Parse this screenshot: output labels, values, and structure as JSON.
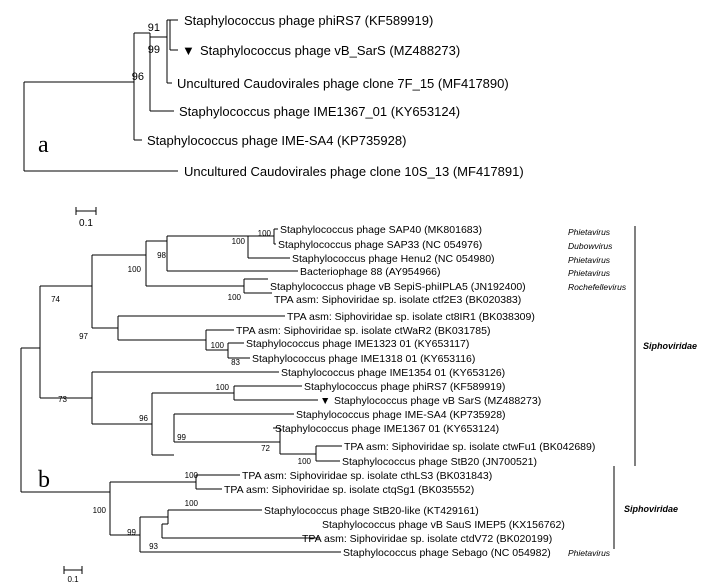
{
  "panel_a": {
    "label": "a",
    "scale": "0.1",
    "tips": [
      "Staphylococcus phage phiRS7 (KF589919)",
      "Staphylococcus phage vB_SarS (MZ488273)",
      "Uncultured Caudovirales phage clone 7F_15 (MF417890)",
      "Staphylococcus phage IME1367_01 (KY653124)",
      "Staphylococcus phage IME-SA4 (KP735928)",
      "Uncultured Caudovirales phage clone 10S_13 (MF417891)"
    ],
    "bootstraps": [
      "91",
      "99",
      "96"
    ],
    "marker": "▼"
  },
  "panel_b": {
    "label": "b",
    "scale": "0.1",
    "tips": [
      "Staphylococcus phage SAP40 (MK801683)",
      "Staphylococcus phage SAP33 (NC 054976)",
      "Staphylococcus phage Henu2 (NC 054980)",
      "Bacteriophage 88 (AY954966)",
      "Staphylococcus phage vB SepiS-phiIPLA5 (JN192400)",
      "TPA asm: Siphoviridae sp. isolate ctf2E3 (BK020383)",
      "TPA asm: Siphoviridae sp. isolate ct8IR1 (BK038309)",
      "TPA asm: Siphoviridae sp. isolate ctWaR2 (BK031785)",
      "Staphylococcus phage IME1323 01 (KY653117)",
      "Staphylococcus phage IME1318 01 (KY653116)",
      "Staphylococcus phage IME1354 01 (KY653126)",
      "Staphylococcus phage phiRS7 (KF589919)",
      "Staphylococcus phage vB SarS (MZ488273)",
      "Staphylococcus phage IME-SA4 (KP735928)",
      "Staphylococcus phage IME1367 01 (KY653124)",
      "TPA asm: Siphoviridae sp. isolate ctwFu1 (BK042689)",
      "Staphylococcus phage StB20 (JN700521)",
      "TPA asm: Siphoviridae sp. isolate cthLS3 (BK031843)",
      "TPA asm: Siphoviridae sp. isolate ctqSg1 (BK035552)",
      "Staphylococcus phage StB20-like (KT429161)",
      "Staphylococcus phage vB SauS IMEP5 (KX156762)",
      "TPA asm: Siphoviridae sp. isolate ctdV72 (BK020199)",
      "Staphylococcus phage Sebago (NC 054982)"
    ],
    "bootstraps": [
      "100",
      "100",
      "98",
      "100",
      "100",
      "74",
      "97",
      "83",
      "100",
      "73",
      "100",
      "96",
      "99",
      "72",
      "100",
      "100",
      "100",
      "100",
      "99",
      "93"
    ],
    "genera": [
      "Phietavirus",
      "Dubowvirus",
      "Phietavirus",
      "Phietavirus",
      "Rochefellevirus",
      "Phietavirus"
    ],
    "families": [
      "Siphoviridae",
      "Siphoviridae"
    ],
    "marker": "▼"
  }
}
